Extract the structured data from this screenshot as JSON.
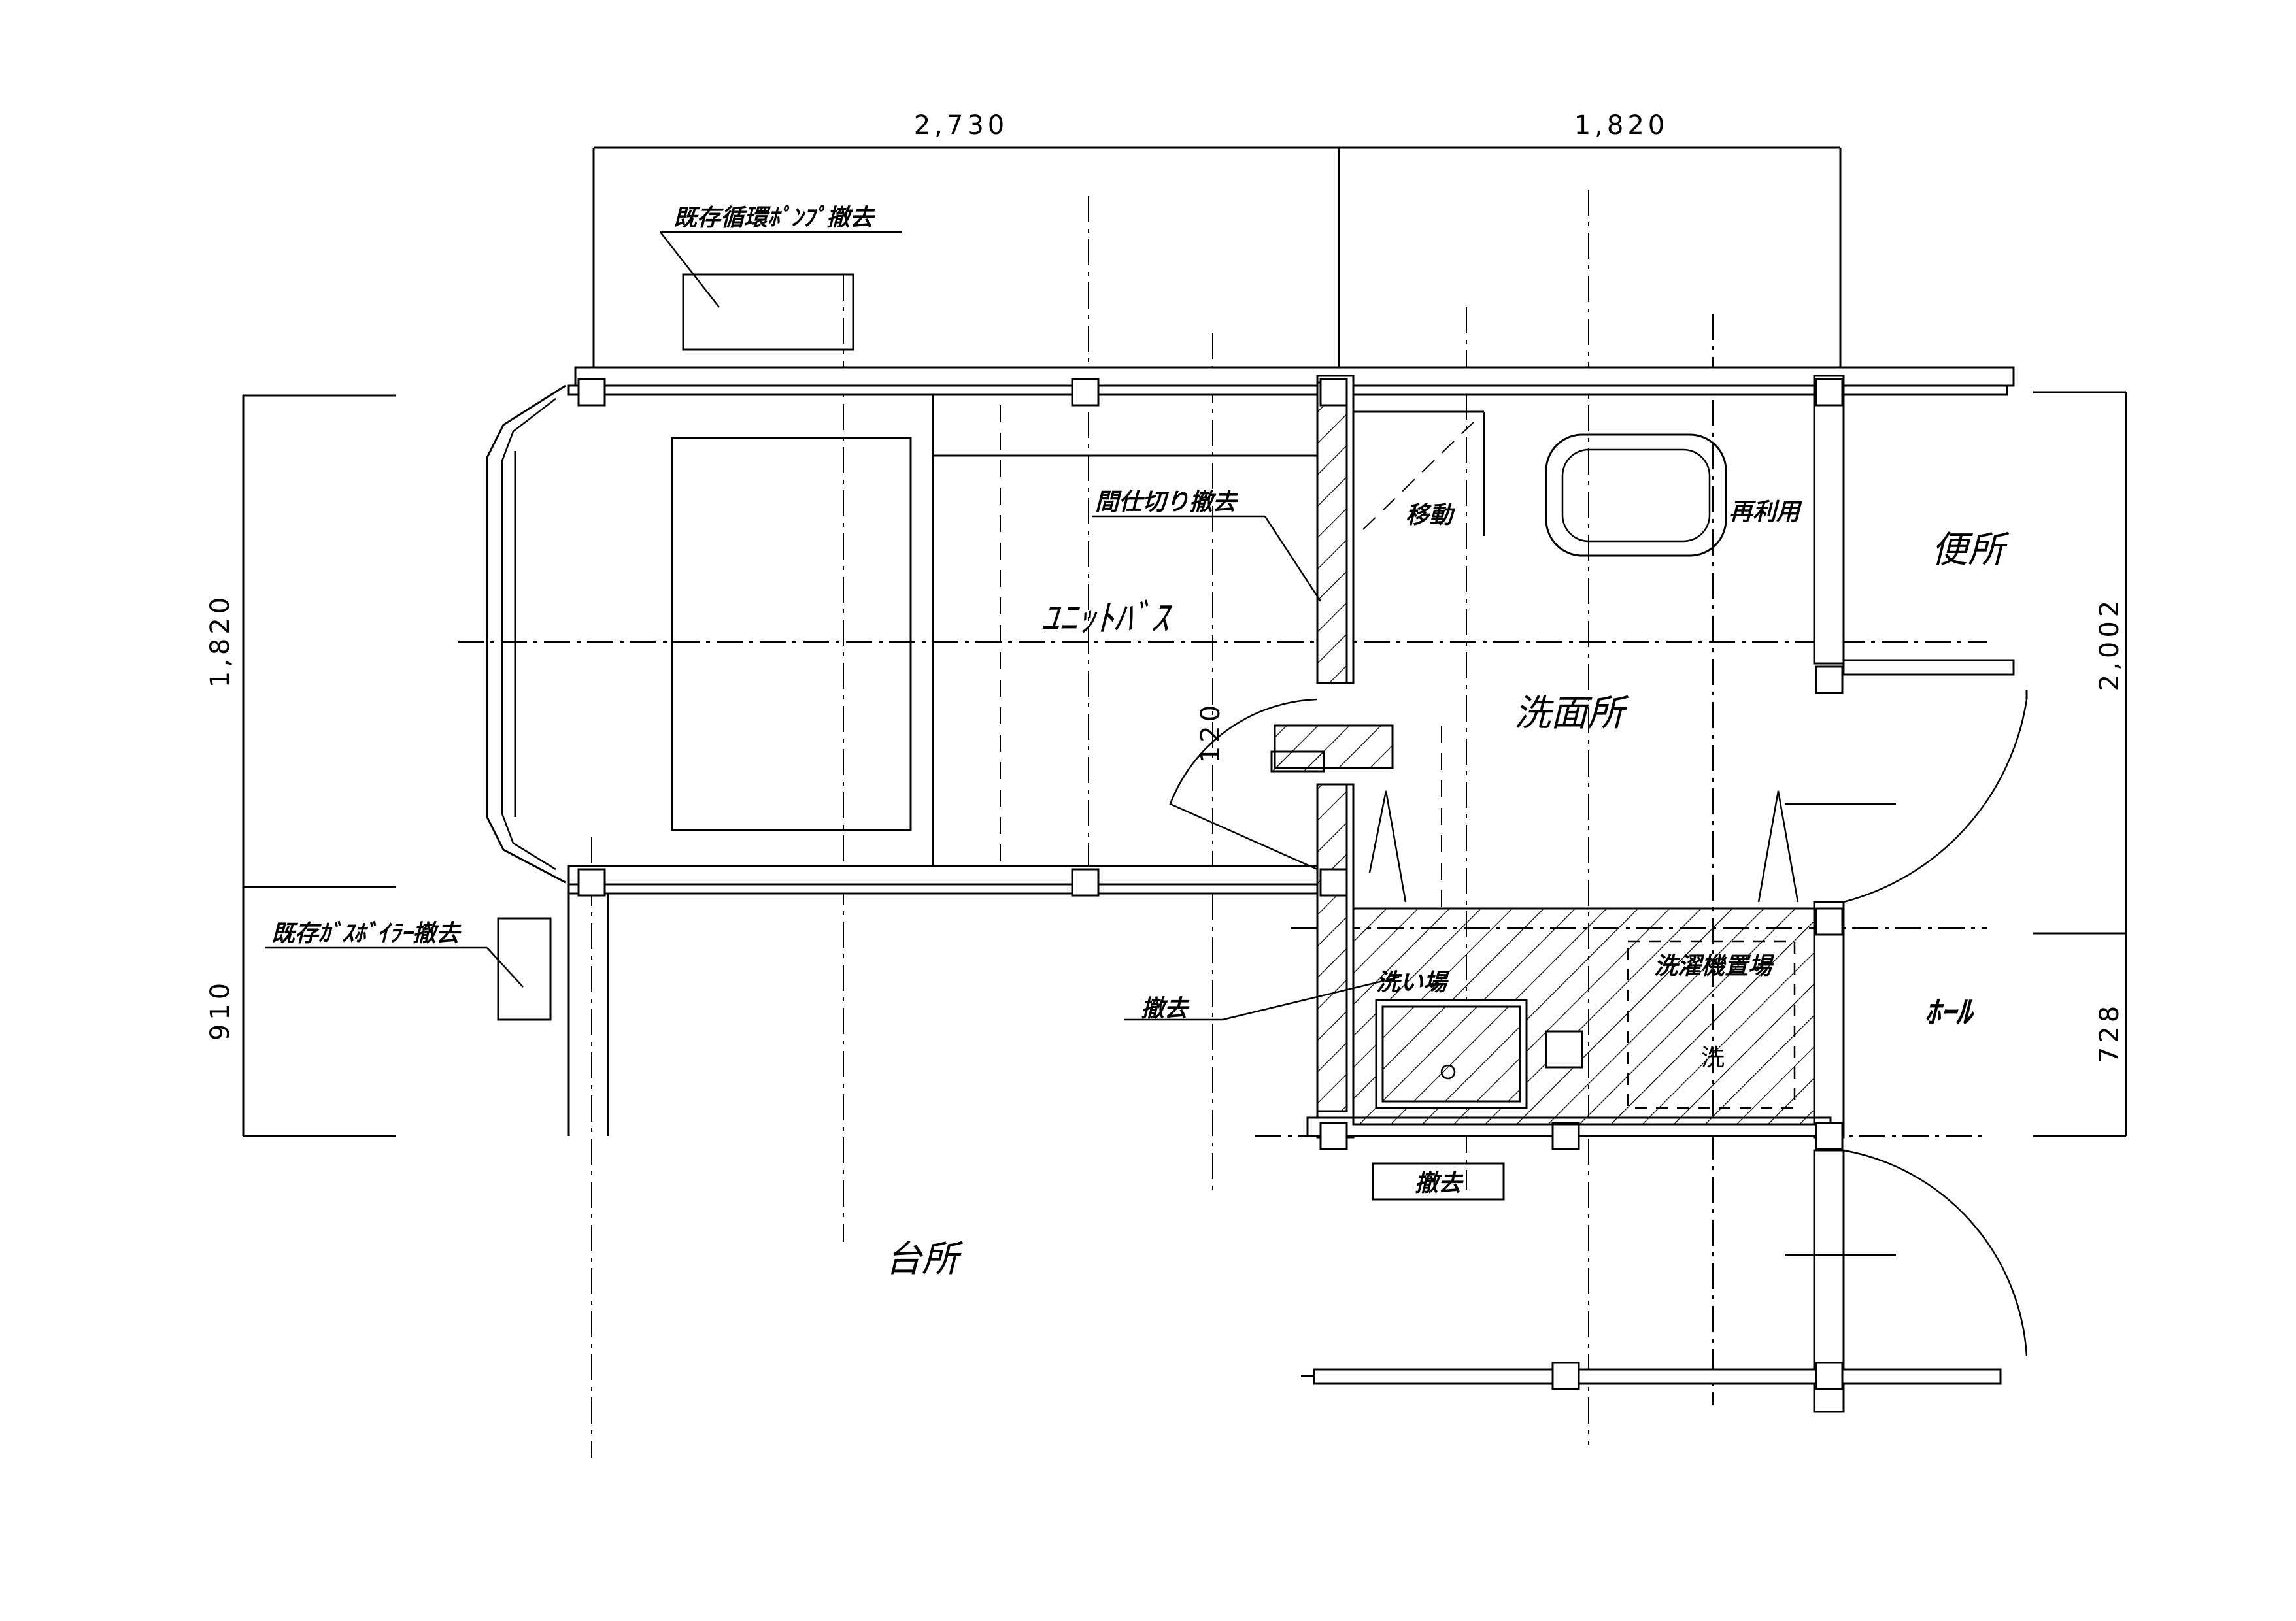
{
  "dimensions": {
    "top_left": "2,730",
    "top_right": "1,820",
    "left_upper": "1,820",
    "left_lower": "910",
    "right_upper": "2,002",
    "right_lower": "728",
    "door_gap": "120"
  },
  "rooms": {
    "unit_bath": "ﾕﾆｯﾄﾊﾞｽ",
    "washroom": "洗面所",
    "toilet": "便所",
    "hall": "ﾎｰﾙ",
    "kitchen": "台所"
  },
  "notes": {
    "pump": "既存循環ﾎﾟﾝﾌﾟ撤去",
    "boiler": "既存ｶﾞｽﾎﾞｲﾗｰ撤去",
    "partition": "間仕切り撤去",
    "move": "移動",
    "reuse": "再利用",
    "wash_area": "洗い場",
    "laundry_area": "洗濯機置場",
    "remove_left": "撤去",
    "remove_box": "撤去",
    "washer_symbol": "洗"
  }
}
